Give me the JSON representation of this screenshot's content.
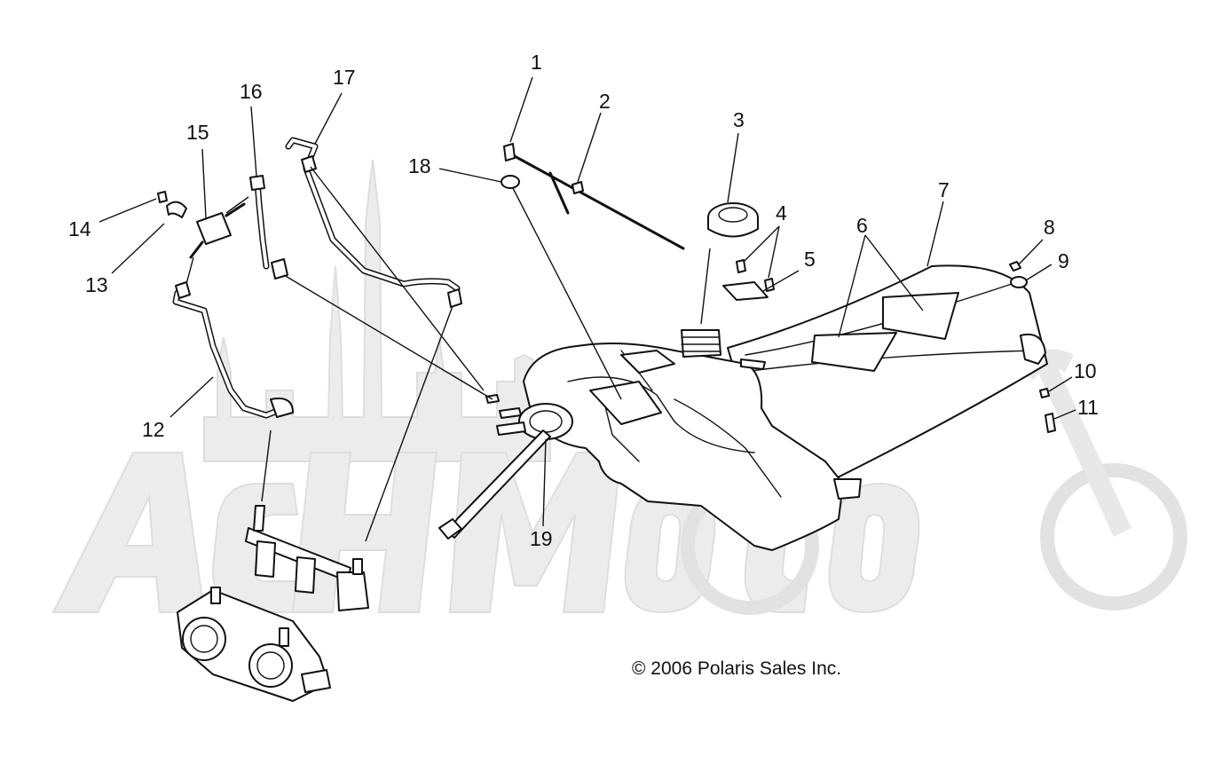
{
  "diagram": {
    "callouts": [
      {
        "id": "1",
        "label": "1"
      },
      {
        "id": "2",
        "label": "2"
      },
      {
        "id": "3",
        "label": "3"
      },
      {
        "id": "4",
        "label": "4"
      },
      {
        "id": "5",
        "label": "5"
      },
      {
        "id": "6",
        "label": "6"
      },
      {
        "id": "7",
        "label": "7"
      },
      {
        "id": "8",
        "label": "8"
      },
      {
        "id": "9",
        "label": "9"
      },
      {
        "id": "10",
        "label": "10"
      },
      {
        "id": "11",
        "label": "11"
      },
      {
        "id": "12",
        "label": "12"
      },
      {
        "id": "13",
        "label": "13"
      },
      {
        "id": "14",
        "label": "14"
      },
      {
        "id": "15",
        "label": "15"
      },
      {
        "id": "16",
        "label": "16"
      },
      {
        "id": "17",
        "label": "17"
      },
      {
        "id": "18",
        "label": "18"
      },
      {
        "id": "19",
        "label": "19"
      }
    ],
    "copyright": "© 2006 Polaris Sales Inc.",
    "watermark": "AcHMoto"
  },
  "colors": {
    "line": "#111111",
    "watermark": "#ececec",
    "background": "#ffffff"
  }
}
